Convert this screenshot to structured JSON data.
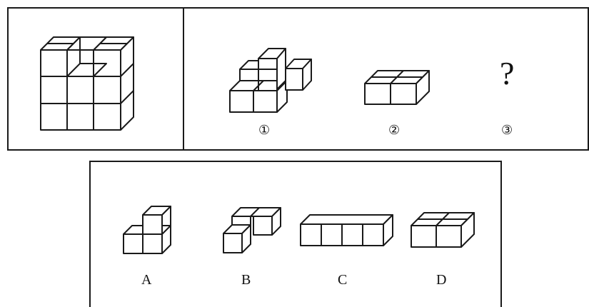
{
  "puzzle": {
    "given_labels": [
      "①",
      "②",
      "③"
    ],
    "unknown_mark": "?",
    "option_labels": [
      "A",
      "B",
      "C",
      "D"
    ]
  },
  "colors": {
    "line": "#1a1a1a",
    "background": "#ffffff"
  },
  "icons": {
    "main": "cube-assembly-3x3x3-notched-icon",
    "piece_1": "cube-piece-icon",
    "piece_2": "cube-2x2-slab-icon",
    "option_a": "cube-l-piece-icon",
    "option_b": "cube-z-piece-icon",
    "option_c": "cube-1x4-row-icon",
    "option_d": "cube-2x2-slab-icon"
  }
}
